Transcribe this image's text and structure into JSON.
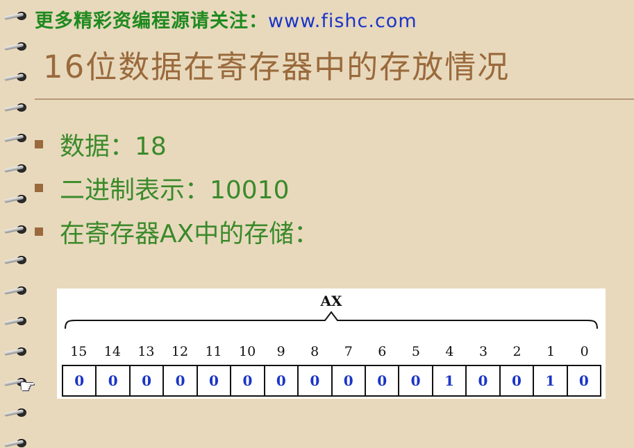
{
  "header": {
    "promo_text": "更多精彩资编程源请关注：",
    "url": "www.fishc.com"
  },
  "slide": {
    "title": "16位数据在寄存器中的存放情况",
    "bullets": [
      {
        "label": "数据：18"
      },
      {
        "label": "二进制表示：10010"
      },
      {
        "label": "在寄存器AX中的存储："
      }
    ]
  },
  "register": {
    "name": "AX",
    "bit_positions": [
      "15",
      "14",
      "13",
      "12",
      "11",
      "10",
      "9",
      "8",
      "7",
      "6",
      "5",
      "4",
      "3",
      "2",
      "1",
      "0"
    ],
    "bit_values": [
      "0",
      "0",
      "0",
      "0",
      "0",
      "0",
      "0",
      "0",
      "0",
      "0",
      "0",
      "1",
      "0",
      "0",
      "1",
      "0"
    ]
  },
  "colors": {
    "background": "#e8d9bd",
    "promo_text": "#1f8a1f",
    "url": "#1a34c8",
    "title": "#9a6a3c",
    "bullet_text": "#3b8a2a",
    "bit_value": "#1a34c8"
  },
  "icons": {
    "cursor": "hand-pointer-icon",
    "binding": "spiral-ring-icon"
  }
}
